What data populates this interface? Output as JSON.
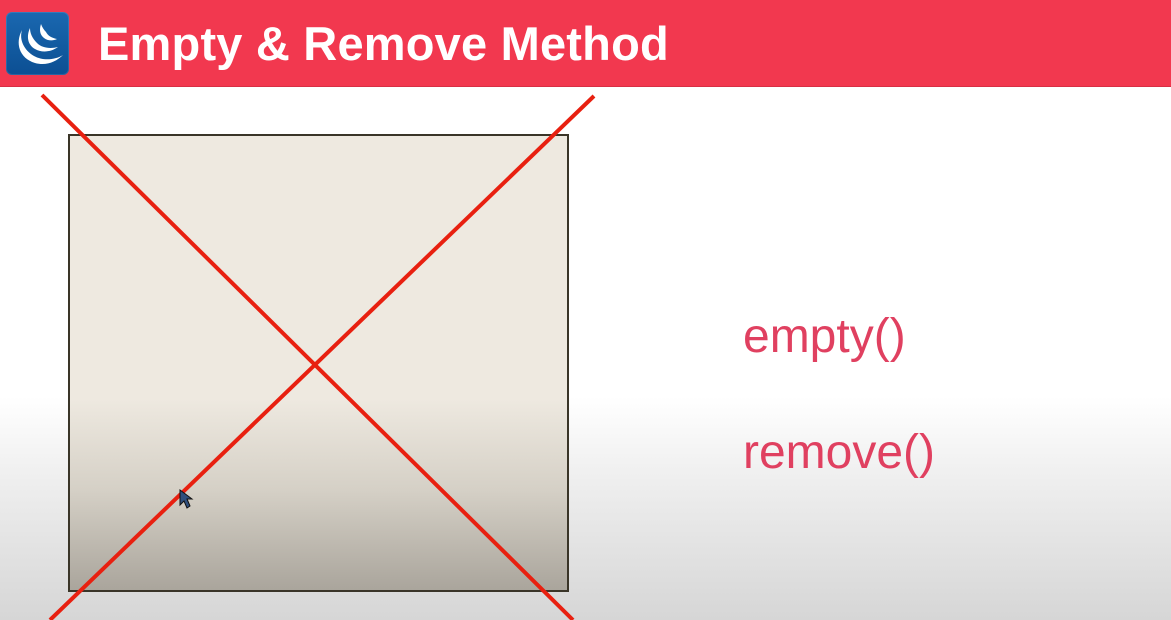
{
  "header": {
    "title": "Empty & Remove Method",
    "logo_icon": "jquery-logo-icon",
    "background_color": "#f2384f"
  },
  "diagram": {
    "container": "square-box",
    "cross": "red-x-icon",
    "cross_color": "#e82010"
  },
  "methods": {
    "empty_label": "empty()",
    "remove_label": "remove()",
    "color": "#e04060"
  },
  "cursor": {
    "icon": "mouse-pointer-icon"
  }
}
